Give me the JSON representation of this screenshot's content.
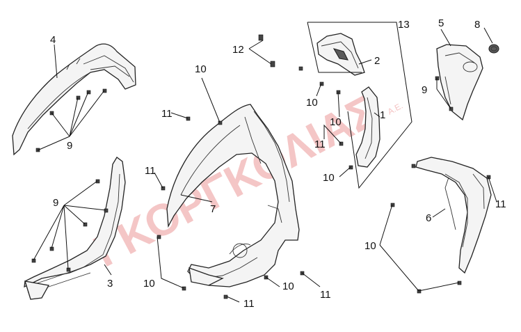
{
  "callouts": {
    "c1": "1",
    "c2": "2",
    "c3": "3",
    "c4": "4",
    "c5": "5",
    "c6": "6",
    "c7": "7",
    "c8": "8",
    "c9a": "9",
    "c9b": "9",
    "c9c": "9",
    "c10a": "10",
    "c10b": "10",
    "c10c": "10",
    "c10d": "10",
    "c10e": "10",
    "c10f": "10",
    "c10g": "10",
    "c11a": "11",
    "c11b": "11",
    "c11c": "11",
    "c11d": "11",
    "c11e": "11",
    "c12": "12",
    "c13": "13"
  },
  "watermark": {
    "text": "ΓΚΟΡΓΚΟΛΙΑΣ",
    "suffix": "A.E."
  }
}
